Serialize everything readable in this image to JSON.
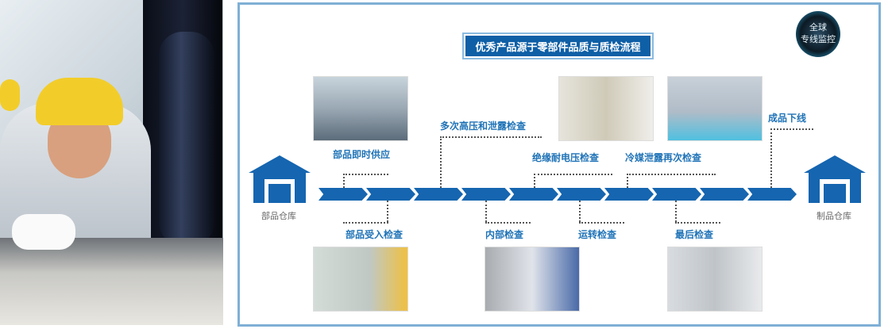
{
  "title": "优秀产品源于零部件品质与质检流程",
  "badge": {
    "line1": "全球",
    "line2": "专线监控"
  },
  "warehouses": {
    "start": "部品仓库",
    "end": "制品仓库"
  },
  "steps_top": [
    "部品即时供应",
    "多次高压和泄露检查",
    "绝缘耐电压检查",
    "冷媒泄露再次检查",
    "成品下线"
  ],
  "steps_bottom": [
    "部品受入检查",
    "内部检查",
    "运转检查",
    "最后检查"
  ],
  "colors": {
    "accent": "#1565b0",
    "border": "#7fb0d6",
    "label": "#1f73b7"
  }
}
